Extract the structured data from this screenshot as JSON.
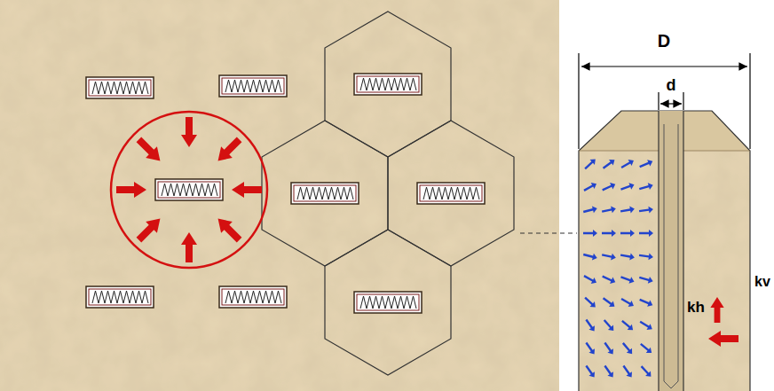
{
  "diagram": {
    "labels": [
      "D",
      "d",
      "kh",
      "kv"
    ]
  }
}
